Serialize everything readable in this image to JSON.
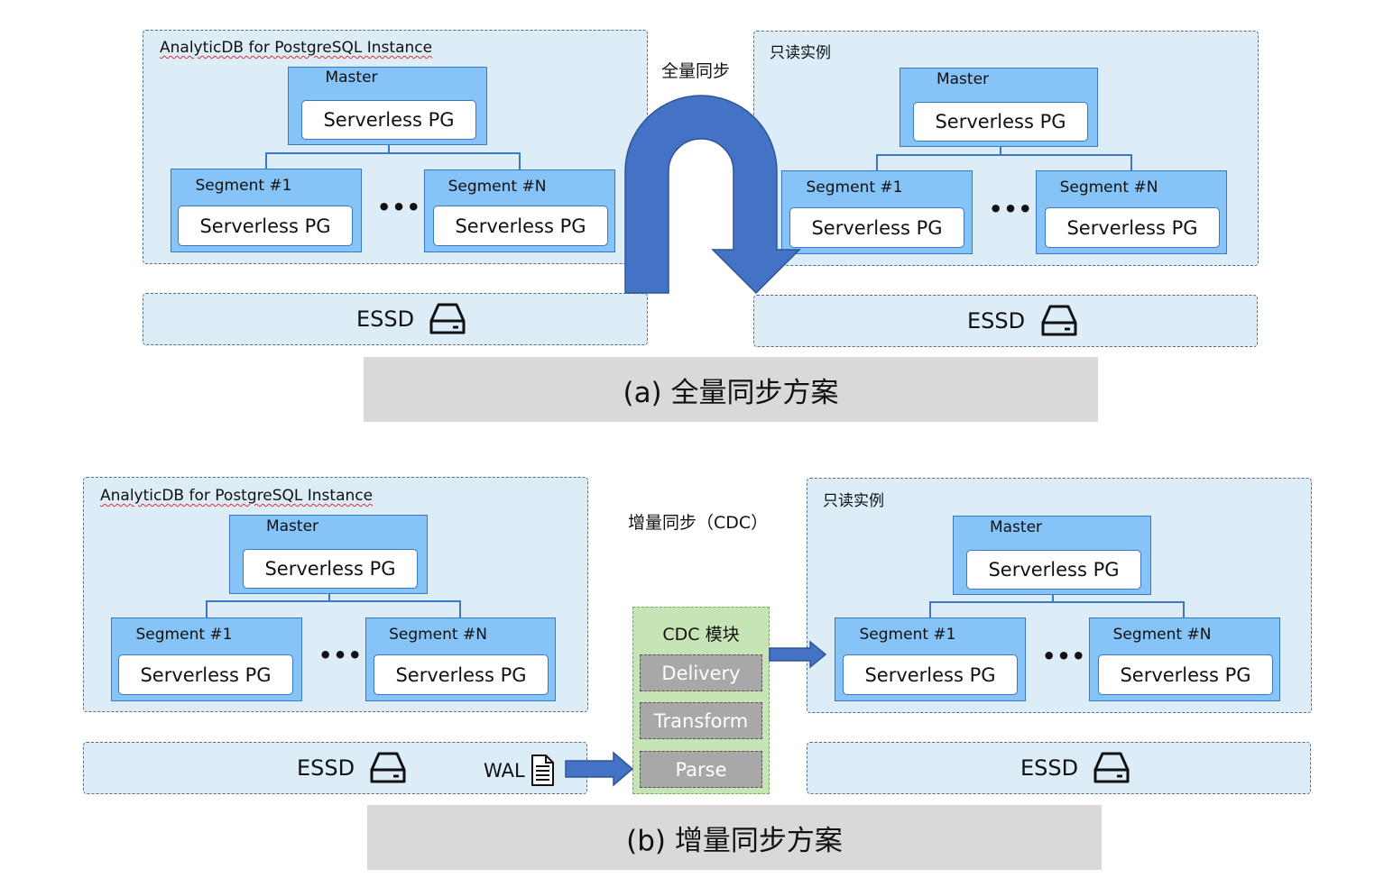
{
  "top": {
    "left_region_title": "AnalyticDB for PostgreSQL Instance",
    "right_region_title": "只读实例",
    "sync_label": "全量同步",
    "caption": "(a) 全量同步方案"
  },
  "bottom": {
    "left_region_title": "AnalyticDB for PostgreSQL Instance",
    "right_region_title": "只读实例",
    "sync_label": "增量同步（CDC）",
    "caption": "(b) 增量同步方案",
    "wal_label": "WAL",
    "cdc": {
      "title": "CDC 模块",
      "steps": [
        "Delivery",
        "Transform",
        "Parse"
      ]
    }
  },
  "cluster": {
    "master_label": "Master",
    "segment1_label": "Segment #1",
    "segmentN_label": "Segment #N",
    "pg_label": "Serverless PG",
    "ellipsis": "•••"
  },
  "storage": {
    "label": "ESSD"
  },
  "colors": {
    "region_bg": "#dcedf7",
    "node_bg": "#86c3f7",
    "node_border": "#3a78c6",
    "arrow": "#4472c4",
    "cdc_bg": "#c6e4b6",
    "cdc_step_bg": "#a8a8a8",
    "caption_bg": "#d9d9d9"
  },
  "icons": [
    "disk-drive-icon",
    "document-icon",
    "u-turn-arrow-icon",
    "right-arrow-icon"
  ]
}
